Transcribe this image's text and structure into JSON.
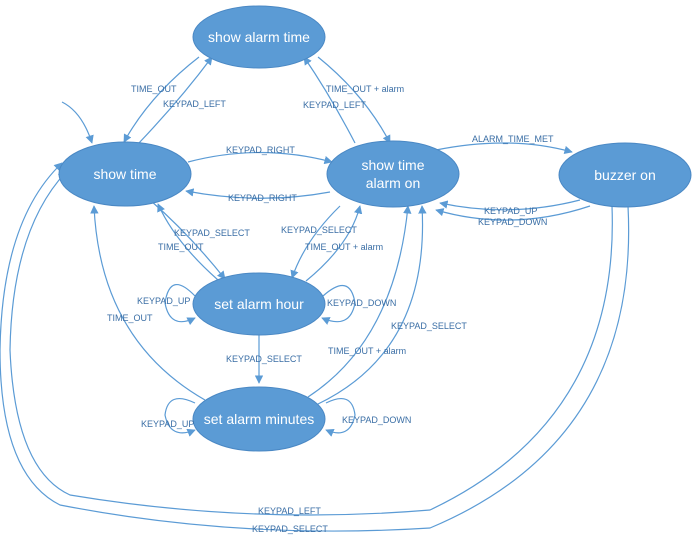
{
  "states": {
    "show_alarm_time": "show alarm time",
    "show_time": "show time",
    "show_time_alarm_on_line1": "show time",
    "show_time_alarm_on_line2": "alarm on",
    "buzzer_on": "buzzer on",
    "set_alarm_hour": "set alarm hour",
    "set_alarm_minutes": "set alarm minutes"
  },
  "transitions": {
    "time_out": "TIME_OUT",
    "keypad_left": "KEYPAD_LEFT",
    "time_out_alarm": "TIME_OUT + alarm",
    "keypad_right": "KEYPAD_RIGHT",
    "alarm_time_met": "ALARM_TIME_MET",
    "keypad_up": "KEYPAD_UP",
    "keypad_down": "KEYPAD_DOWN",
    "keypad_select": "KEYPAD_SELECT"
  },
  "colors": {
    "state_fill": "#5b9bd5",
    "edge": "#5b9bd5",
    "label_text": "#3a6ea5"
  }
}
